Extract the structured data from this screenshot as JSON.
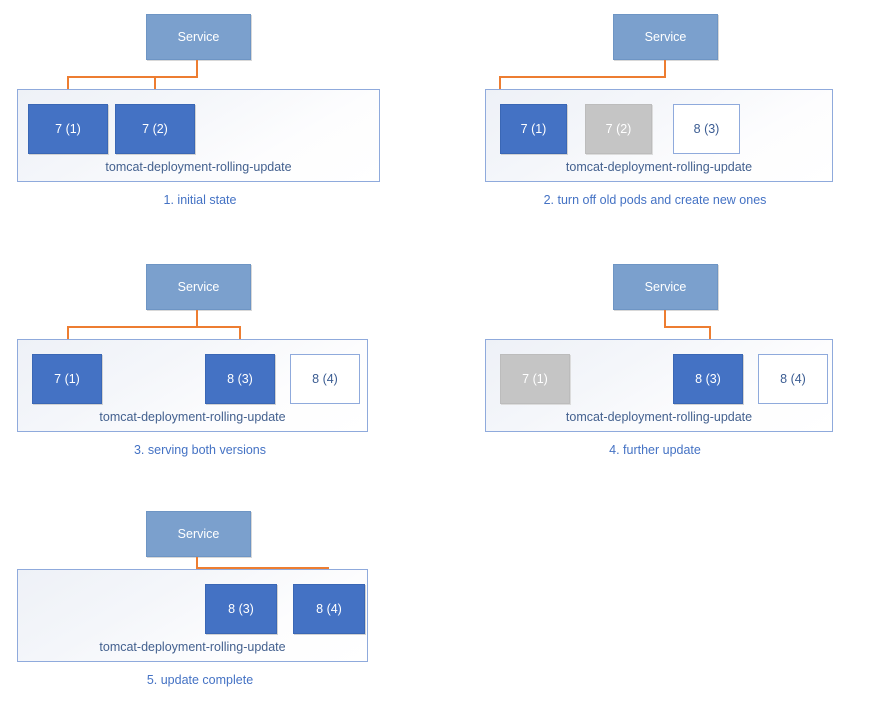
{
  "diagram": {
    "title": "Kubernetes rolling update sequence",
    "colors": {
      "service_fill": "#7BA0CD",
      "pod_active_fill": "#4472C4",
      "pod_terminating_fill": "#C5C5C5",
      "pod_pending_fill": "#FFFFFF",
      "deployment_border": "#8FAADC",
      "arrow": "#ED7D31",
      "caption_text": "#4472C4"
    },
    "service_label": "Service",
    "deployment_label": "tomcat-deployment-rolling-update",
    "panels": [
      {
        "id": "panel-1",
        "caption": "1. initial state",
        "service": "Service",
        "deployment": "tomcat-deployment-rolling-update",
        "pods": [
          {
            "label": "7 (1)",
            "state": "active"
          },
          {
            "label": "7 (2)",
            "state": "active"
          }
        ]
      },
      {
        "id": "panel-2",
        "caption": "2. turn off old pods and create new ones",
        "service": "Service",
        "deployment": "tomcat-deployment-rolling-update",
        "pods": [
          {
            "label": "7 (1)",
            "state": "active"
          },
          {
            "label": "7 (2)",
            "state": "terminating"
          },
          {
            "label": "8 (3)",
            "state": "pending"
          }
        ]
      },
      {
        "id": "panel-3",
        "caption": "3. serving both versions",
        "service": "Service",
        "deployment": "tomcat-deployment-rolling-update",
        "pods": [
          {
            "label": "7 (1)",
            "state": "active"
          },
          {
            "label": "8 (3)",
            "state": "active"
          },
          {
            "label": "8 (4)",
            "state": "pending"
          }
        ]
      },
      {
        "id": "panel-4",
        "caption": "4. further update",
        "service": "Service",
        "deployment": "tomcat-deployment-rolling-update",
        "pods": [
          {
            "label": "7 (1)",
            "state": "terminating"
          },
          {
            "label": "8 (3)",
            "state": "active"
          },
          {
            "label": "8 (4)",
            "state": "pending"
          }
        ]
      },
      {
        "id": "panel-5",
        "caption": "5. update complete",
        "service": "Service",
        "deployment": "tomcat-deployment-rolling-update",
        "pods": [
          {
            "label": "8 (3)",
            "state": "active"
          },
          {
            "label": "8 (4)",
            "state": "active"
          }
        ]
      }
    ]
  }
}
